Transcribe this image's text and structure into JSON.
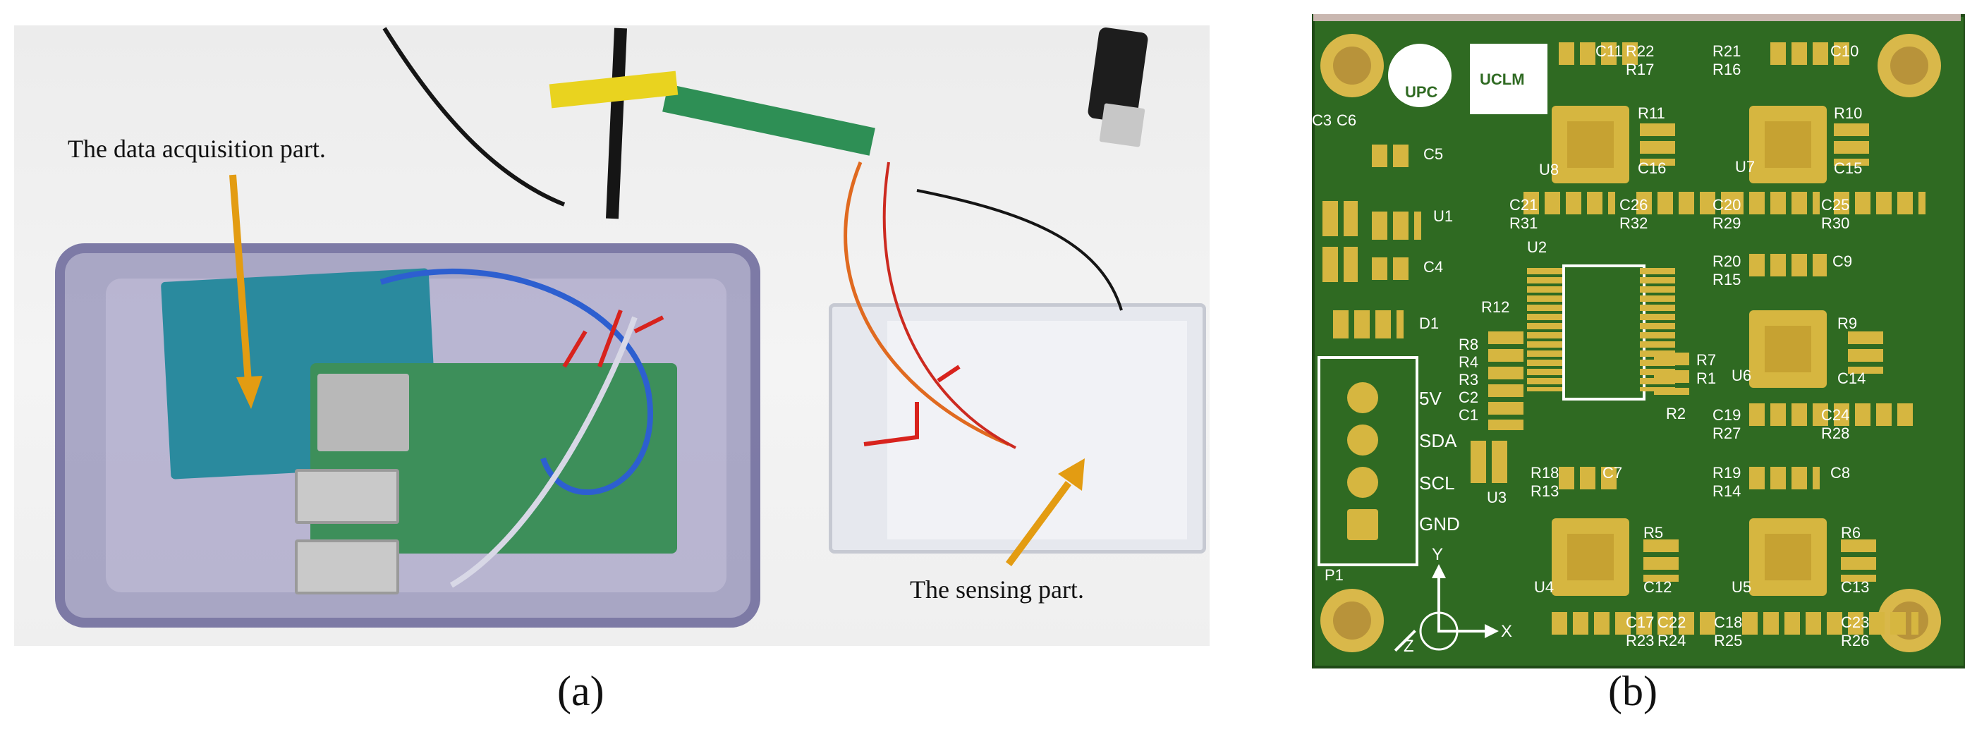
{
  "figure": {
    "panel_a": {
      "caption": "(a)",
      "annotations": {
        "data_acquisition": "The data acquisition part.",
        "sensing": "The sensing part."
      },
      "arrow_color": "#e39c12"
    },
    "panel_b": {
      "caption": "(b)",
      "logos": {
        "left": "UPC",
        "right": "UCLM"
      },
      "components": {
        "top_left": {
          "c_top": "C11",
          "r_top1": "R22",
          "r_top2": "R17",
          "chip": "U8",
          "r_side": "R11",
          "c_side": "C16"
        },
        "top_right": {
          "r_top1": "R21",
          "r_top2": "R16",
          "c_top": "C10",
          "chip": "U7",
          "r_side": "R10",
          "c_side": "C15"
        },
        "left_col": {
          "c3": "C3",
          "c6": "C6",
          "c5": "C5",
          "u1": "U1",
          "c4": "C4",
          "d1": "D1"
        },
        "mid_row": {
          "a": "C21",
          "b": "R31",
          "c": "C26",
          "d": "R32",
          "e": "C20",
          "f": "R29",
          "g": "C25",
          "h": "R30"
        },
        "u2": "U2",
        "r_stack": [
          "R12",
          "R8",
          "R4",
          "R3",
          "C2",
          "C1"
        ],
        "r_mid": {
          "r7": "R7",
          "r1": "R1",
          "r2": "R2"
        },
        "right_mid": {
          "r20": "R20",
          "r15": "R15",
          "c9": "C9",
          "chip": "U6",
          "r9": "R9",
          "c14": "C14",
          "c19": "C19",
          "r27": "R27",
          "c24": "C24",
          "r28": "R28"
        },
        "u3": {
          "r18": "R18",
          "r13": "R13",
          "c7": "C7",
          "name": "U3"
        },
        "bottom_right": {
          "r19": "R19",
          "r14": "R14",
          "c8": "C8",
          "chip": "U5",
          "r6": "R6",
          "c13": "C13"
        },
        "bottom_left": {
          "chip": "U4",
          "r5": "R5",
          "c12": "C12"
        },
        "bottom_row": {
          "a": "C17",
          "b": "R23",
          "c": "C22",
          "d": "R24",
          "e": "C18",
          "f": "R25",
          "g": "C23",
          "h": "R26"
        }
      },
      "connector": {
        "name": "P1",
        "pins": [
          "5V",
          "SDA",
          "SCL",
          "GND"
        ]
      },
      "axes": {
        "x": "X",
        "y": "Y",
        "z": "Z"
      },
      "pcb_color": "#2f6a22",
      "pad_color": "#d6b640"
    }
  }
}
